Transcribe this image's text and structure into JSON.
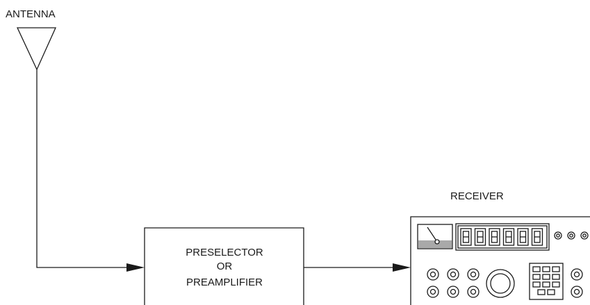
{
  "antenna": {
    "label": "ANTENNA"
  },
  "preselector": {
    "line1": "PRESELECTOR",
    "line2": "OR",
    "line3": "PREAMPLIFIER"
  },
  "receiver": {
    "label": "RECEIVER",
    "display_digits": 6
  },
  "colors": {
    "stroke": "#1a1a1a",
    "meter_base": "#a9a9a9",
    "background": "#ffffff"
  }
}
